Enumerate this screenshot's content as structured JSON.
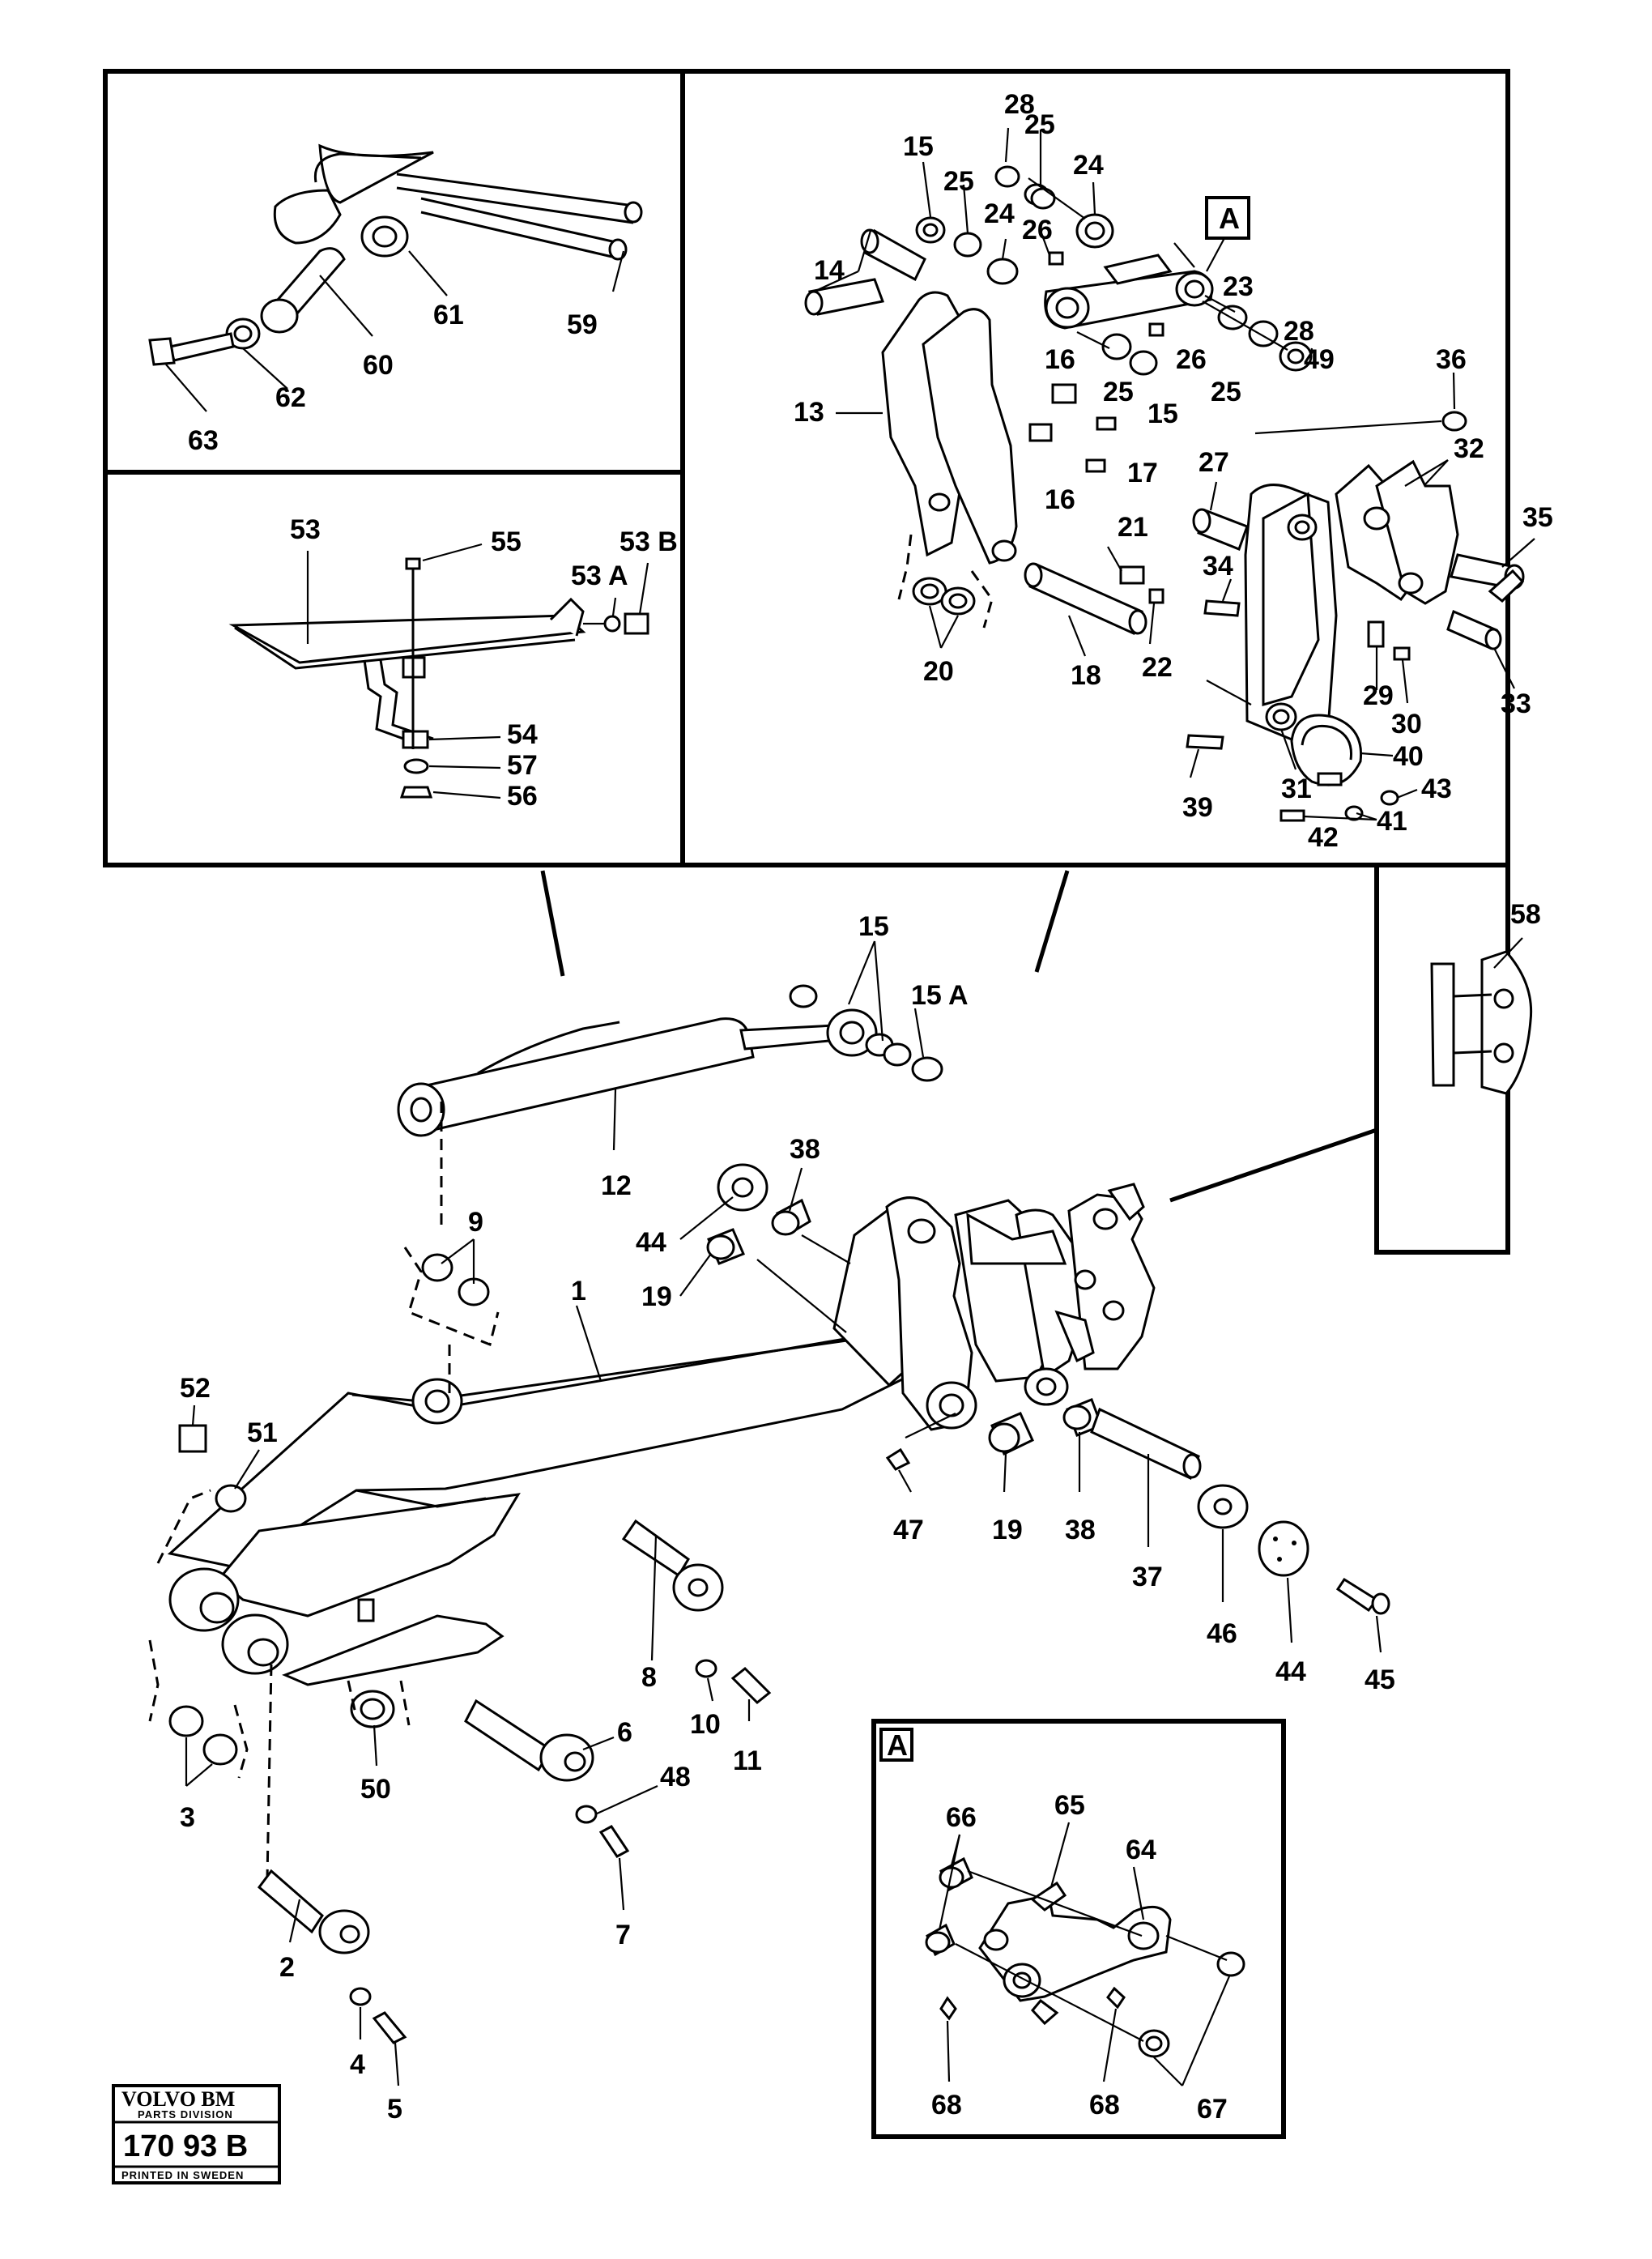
{
  "callouts": {
    "n1": "1",
    "n2": "2",
    "n3": "3",
    "n4": "4",
    "n5": "5",
    "n6": "6",
    "n7": "7",
    "n8": "8",
    "n9": "9",
    "n10": "10",
    "n11": "11",
    "n12": "12",
    "n13": "13",
    "n14": "14",
    "n15": "15",
    "n15A": "15 A",
    "n16": "16",
    "n17": "17",
    "n18": "18",
    "n19": "19",
    "n20": "20",
    "n21": "21",
    "n22": "22",
    "n23": "23",
    "n24": "24",
    "n25": "25",
    "n26": "26",
    "n27": "27",
    "n28": "28",
    "n29": "29",
    "n30": "30",
    "n31": "31",
    "n32": "32",
    "n33": "33",
    "n34": "34",
    "n35": "35",
    "n36": "36",
    "n37": "37",
    "n38": "38",
    "n39": "39",
    "n40": "40",
    "n41": "41",
    "n42": "42",
    "n43": "43",
    "n44": "44",
    "n45": "45",
    "n46": "46",
    "n47": "47",
    "n48": "48",
    "n49": "49",
    "n50": "50",
    "n51": "51",
    "n52": "52",
    "n53": "53",
    "n53A": "53 A",
    "n53B": "53 B",
    "n54": "54",
    "n55": "55",
    "n56": "56",
    "n57": "57",
    "n58": "58",
    "n59": "59",
    "n60": "60",
    "n61": "61",
    "n62": "62",
    "n63": "63",
    "n64": "64",
    "n65": "65",
    "n66": "66",
    "n67": "67",
    "n68": "68"
  },
  "detail_marker": "A",
  "logo": {
    "brand": "VOLVO BM",
    "division": "PARTS DIVISION",
    "drawing_number": "170 93 B",
    "printed": "PRINTED IN SWEDEN"
  }
}
